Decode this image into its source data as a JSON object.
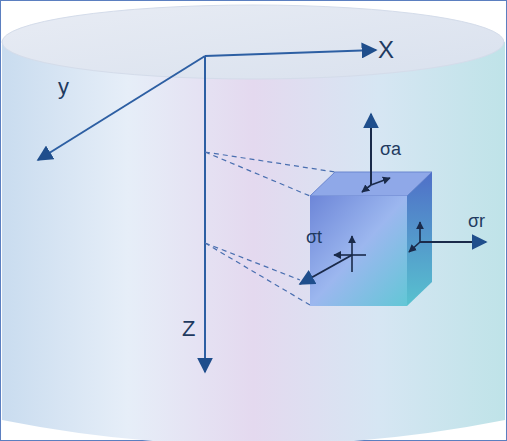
{
  "diagram": {
    "labels": [
      "X",
      "y",
      "Z",
      "σa",
      "σr",
      "σt"
    ]
  }
}
